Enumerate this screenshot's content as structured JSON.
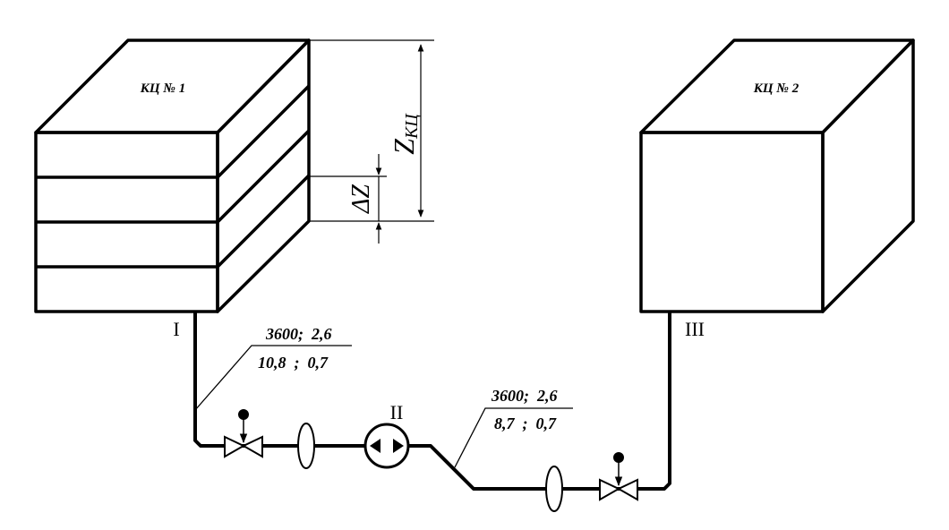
{
  "tanks": [
    {
      "label": "КЦ № 1"
    },
    {
      "label": "КЦ № 2"
    }
  ],
  "dimensions": {
    "total_height": {
      "main": "Z",
      "sub": "КЦ"
    },
    "layer_height": "ΔZ"
  },
  "points": [
    "I",
    "II",
    "III"
  ],
  "segments": [
    {
      "top": "3600;  2,6",
      "bottom": "10,8  ;  0,7"
    },
    {
      "top": "3600;  2,6",
      "bottom": "8,7  ;  0,7"
    }
  ],
  "colors": {
    "line": "#000000",
    "background": "#ffffff"
  }
}
